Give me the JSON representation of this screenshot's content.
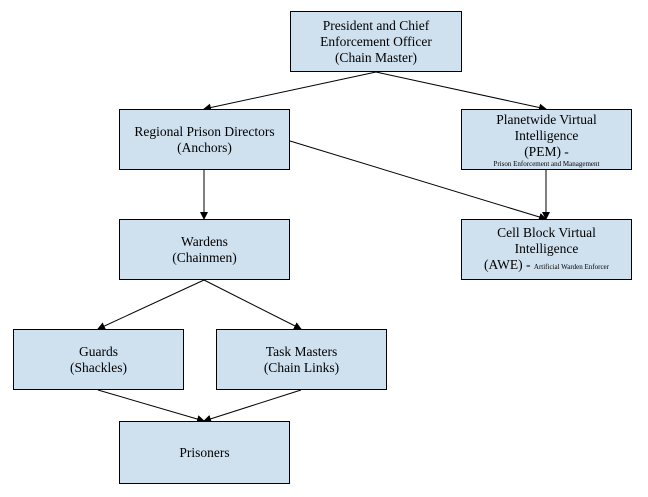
{
  "nodes": {
    "president": {
      "line1": "President and Chief",
      "line2": "Enforcement Officer",
      "line3": "(Chain Master)"
    },
    "directors": {
      "line1": "Regional Prison Directors",
      "line2": "(Anchors)"
    },
    "pem": {
      "line1": "Planetwide Virtual",
      "line2": "Intelligence",
      "line3": "(PEM) -",
      "note": "Prison Enforcement and Management"
    },
    "wardens": {
      "line1": "Wardens",
      "line2": "(Chainmen)"
    },
    "awe": {
      "line1": "Cell Block Virtual",
      "line2": "Intelligence",
      "line3": "(AWE) -",
      "note": "Artificial Warden Enforcer"
    },
    "guards": {
      "line1": "Guards",
      "line2": "(Shackles)"
    },
    "taskmasters": {
      "line1": "Task Masters",
      "line2": "(Chain Links)"
    },
    "prisoners": {
      "line1": "Prisoners"
    }
  },
  "edges": [
    {
      "from": "president",
      "to": "directors"
    },
    {
      "from": "president",
      "to": "pem"
    },
    {
      "from": "directors",
      "to": "wardens"
    },
    {
      "from": "directors",
      "to": "awe"
    },
    {
      "from": "pem",
      "to": "awe"
    },
    {
      "from": "wardens",
      "to": "guards"
    },
    {
      "from": "wardens",
      "to": "taskmasters"
    },
    {
      "from": "guards",
      "to": "prisoners"
    },
    {
      "from": "taskmasters",
      "to": "prisoners"
    }
  ],
  "colors": {
    "node_fill": "#cfe0ef",
    "node_border": "#000000",
    "edge": "#000000"
  }
}
